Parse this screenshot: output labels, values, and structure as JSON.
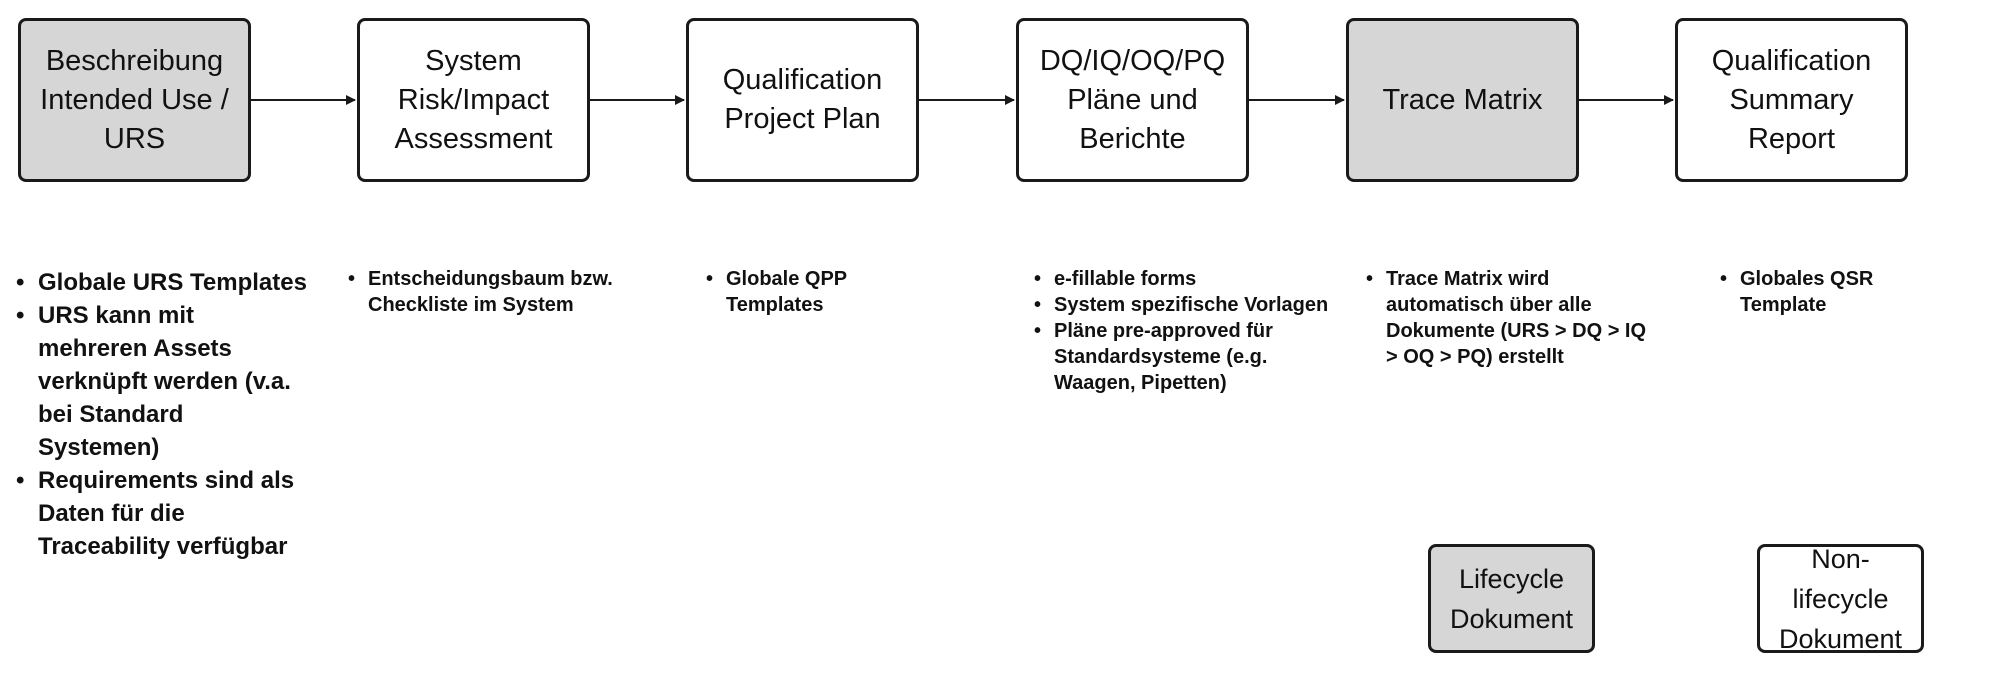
{
  "steps": [
    {
      "label": "Beschreibung\nIntended Use /\nURS",
      "style": "shaded"
    },
    {
      "label": "System\nRisk/Impact\nAssessment",
      "style": "plain"
    },
    {
      "label": "Qualification\nProject Plan",
      "style": "plain"
    },
    {
      "label": "DQ/IQ/OQ/PQ\nPläne und\nBerichte",
      "style": "plain"
    },
    {
      "label": "Trace Matrix",
      "style": "shaded"
    },
    {
      "label": "Qualification\nSummary Report",
      "style": "plain"
    }
  ],
  "notes": [
    [
      "Globale URS Templates",
      "URS kann mit mehreren Assets verknüpft werden (v.a. bei Standard Systemen)",
      "Requirements  sind als Daten für die Traceability verfügbar"
    ],
    [
      "Entscheidungsbaum bzw. Checkliste im System"
    ],
    [
      "Globale QPP Templates"
    ],
    [
      "e-fillable forms",
      "System spezifische Vorlagen",
      "Pläne pre-approved für Standardsysteme (e.g. Waagen, Pipetten)"
    ],
    [
      "Trace Matrix wird automatisch über alle Dokumente (URS > DQ > IQ > OQ > PQ) erstellt"
    ],
    [
      "Globales QSR Template"
    ]
  ],
  "legend": {
    "lifecycle": "Lifecycle\nDokument",
    "non_lifecycle": "Non-lifecycle\nDokument"
  },
  "colors": {
    "shaded_fill": "#d6d6d6",
    "plain_fill": "#ffffff",
    "border": "#1a1a1a"
  }
}
